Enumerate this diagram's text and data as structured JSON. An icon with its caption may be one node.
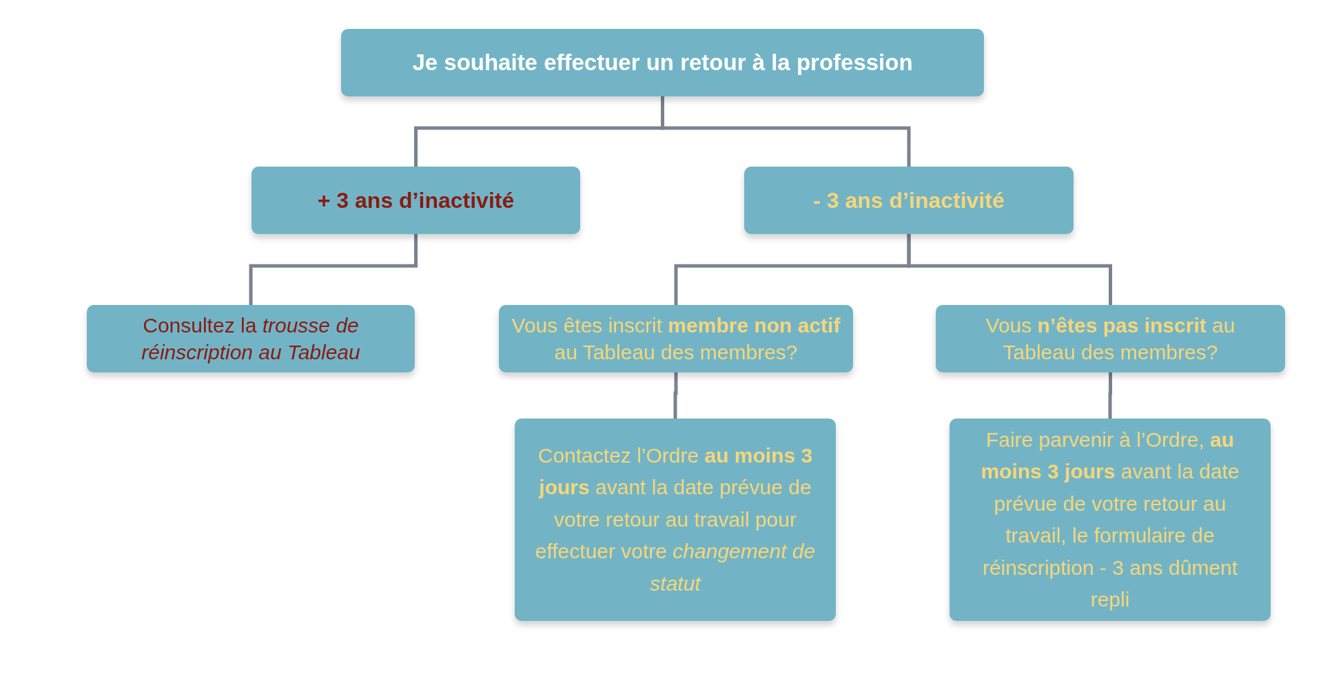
{
  "diagram": {
    "nodes": [
      {
        "text": [
          "Je souhaite effectuer un retour à la profession"
        ]
      },
      {
        "text": [
          "+ 3 ans d’inactivité"
        ]
      },
      {
        "text": [
          "- 3 ans d’inactivité"
        ]
      },
      {
        "text": [
          "Consultez la *trousse de réinscription au Tableau*"
        ]
      },
      {
        "text": [
          "Vous êtes inscrit **membre non actif** au Tableau des membres?"
        ]
      },
      {
        "text": [
          "Vous **n’êtes pas inscrit** au Tableau des membres?"
        ]
      },
      {
        "text": [
          "Contactez l’Ordre **au moins 3 jours** avant la date prévue de votre retour au travail pour effectuer votre *changement de statut*"
        ]
      },
      {
        "text": [
          "Faire parvenir à l’Ordre, **au moins 3 jours** avant la date prévue de votre retour au travail, le formulaire de réinscription - 3 ans dûment repli"
        ]
      }
    ],
    "edges": [
      {
        "from": 0,
        "to": 1,
        "arrow": "none"
      },
      {
        "from": 0,
        "to": 2,
        "arrow": "none"
      },
      {
        "from": 1,
        "to": 3,
        "arrow": "none"
      },
      {
        "from": 2,
        "to": 4,
        "arrow": "none"
      },
      {
        "from": 2,
        "to": 5,
        "arrow": "none"
      },
      {
        "from": 4,
        "to": 6,
        "arrow": "none"
      },
      {
        "from": 5,
        "to": 7,
        "arrow": "none"
      }
    ]
  }
}
